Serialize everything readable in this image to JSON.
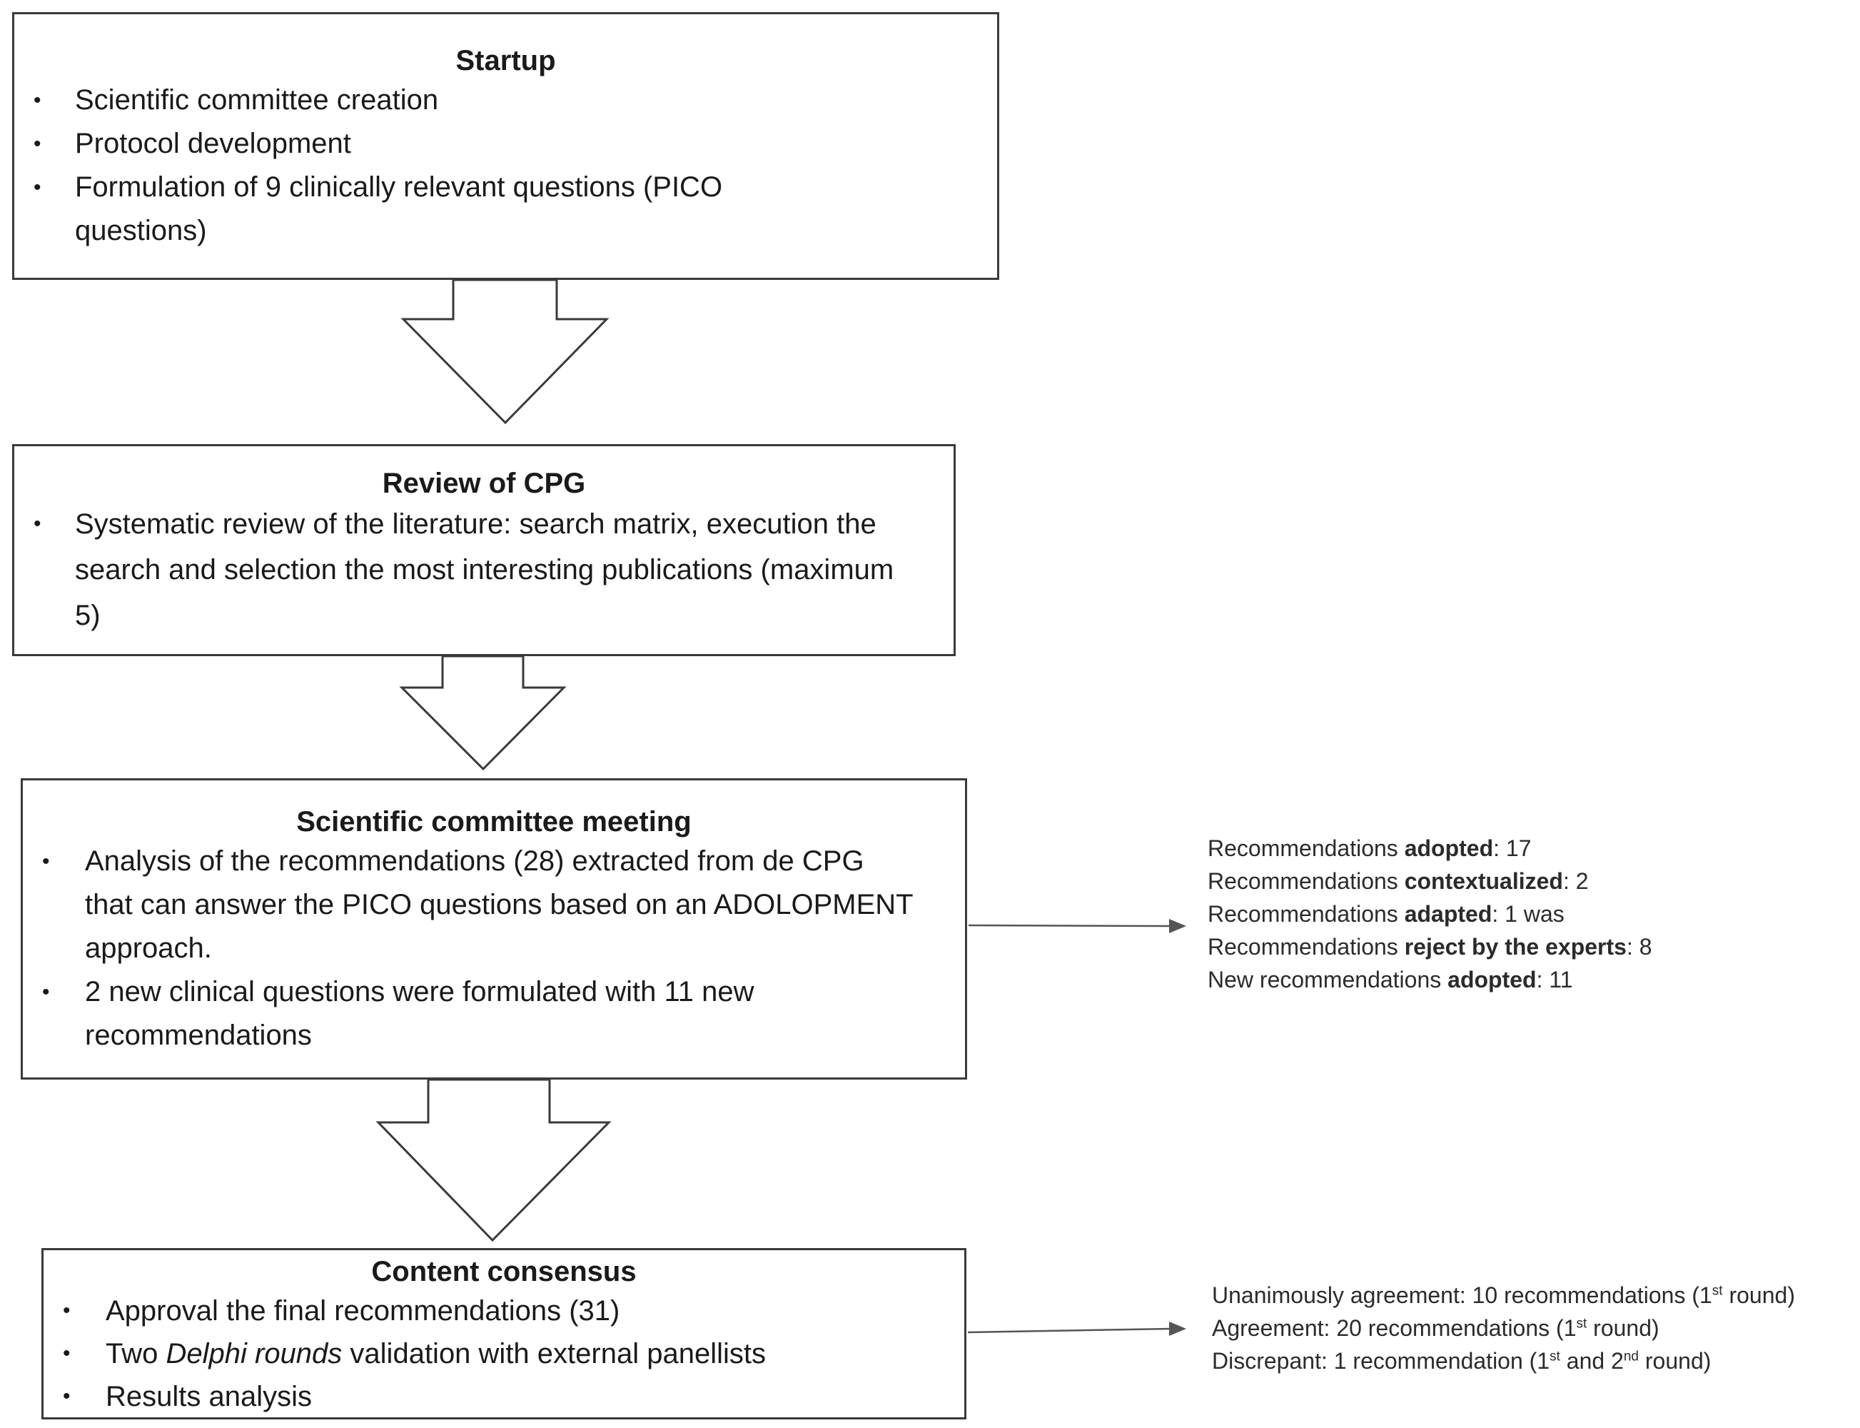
{
  "startup": {
    "title": "Startup",
    "items": [
      "Scientific committee creation",
      "Protocol development",
      "Formulation of 9 clinically relevant questions (PICO questions)"
    ]
  },
  "review": {
    "title": "Review of CPG",
    "items": [
      "Systematic review of the literature: search matrix, execution the search and selection the most interesting publications (maximum 5)"
    ]
  },
  "meeting": {
    "title": "Scientific committee meeting",
    "items": [
      "Analysis of the recommendations (28) extracted from de CPG that can answer the PICO questions based on an ADOLOPMENT approach.",
      "2 new clinical questions were formulated with 11 new recommendations"
    ],
    "outcomes": [
      {
        "prefix": "Recommendations ",
        "bold": "adopted",
        "suffix": ": 17"
      },
      {
        "prefix": "Recommendations ",
        "bold": "contextualized",
        "suffix": ": 2"
      },
      {
        "prefix": "Recommendations ",
        "bold": "adapted",
        "suffix": ": 1 was"
      },
      {
        "prefix": "Recommendations ",
        "bold": "reject by the experts",
        "suffix": ": 8"
      },
      {
        "prefix": "New recommendations ",
        "bold": "adopted",
        "suffix": ": 11"
      }
    ]
  },
  "consensus": {
    "title": "Content consensus",
    "item_1": "Approval the final recommendations (31)",
    "item_2_before": "Two ",
    "item_2_italic": "Delphi rounds",
    "item_2_after": " validation with external panellists",
    "item_3": "Results analysis",
    "outcome_1_text": "Unanimously agreement: 10 recommendations (1",
    "outcome_1_sup": "st",
    "outcome_1_end": " round)",
    "outcome_2_text": "Agreement: 20 recommendations (1",
    "outcome_2_sup": "st",
    "outcome_2_end": " round)",
    "outcome_3_text": "Discrepant: 1 recommendation (1",
    "outcome_3_sup": "st",
    "outcome_3_mid": " and 2",
    "outcome_3_sup2": "nd",
    "outcome_3_end": " round)"
  },
  "colors": {
    "box_border": "#3a3a3a",
    "arrow_stroke": "#3a3a3a",
    "connector": "#555555"
  }
}
